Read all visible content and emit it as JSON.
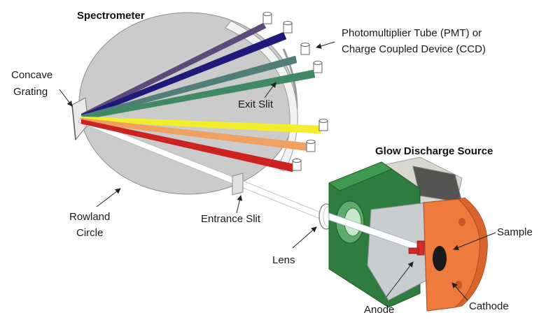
{
  "titles": {
    "spectrometer": "Spectrometer",
    "glow_discharge": "Glow Discharge Source"
  },
  "labels": {
    "detector_line1": "Photomultiplier Tube (PMT) or",
    "detector_line2": "Charge Coupled Device (CCD)",
    "grating_line1": "Concave",
    "grating_line2": "Grating",
    "exit_slit": "Exit Slit",
    "rowland_line1": "Rowland",
    "rowland_line2": "Circle",
    "entrance_slit": "Entrance Slit",
    "lens": "Lens",
    "sample": "Sample",
    "anode": "Anode",
    "cathode": "Cathode"
  },
  "beam_colors": [
    "#5b4a7a",
    "#1f1a7a",
    "#4f7f78",
    "#3f8a62",
    "#f2ee2a",
    "#f0a060",
    "#cc2222"
  ]
}
